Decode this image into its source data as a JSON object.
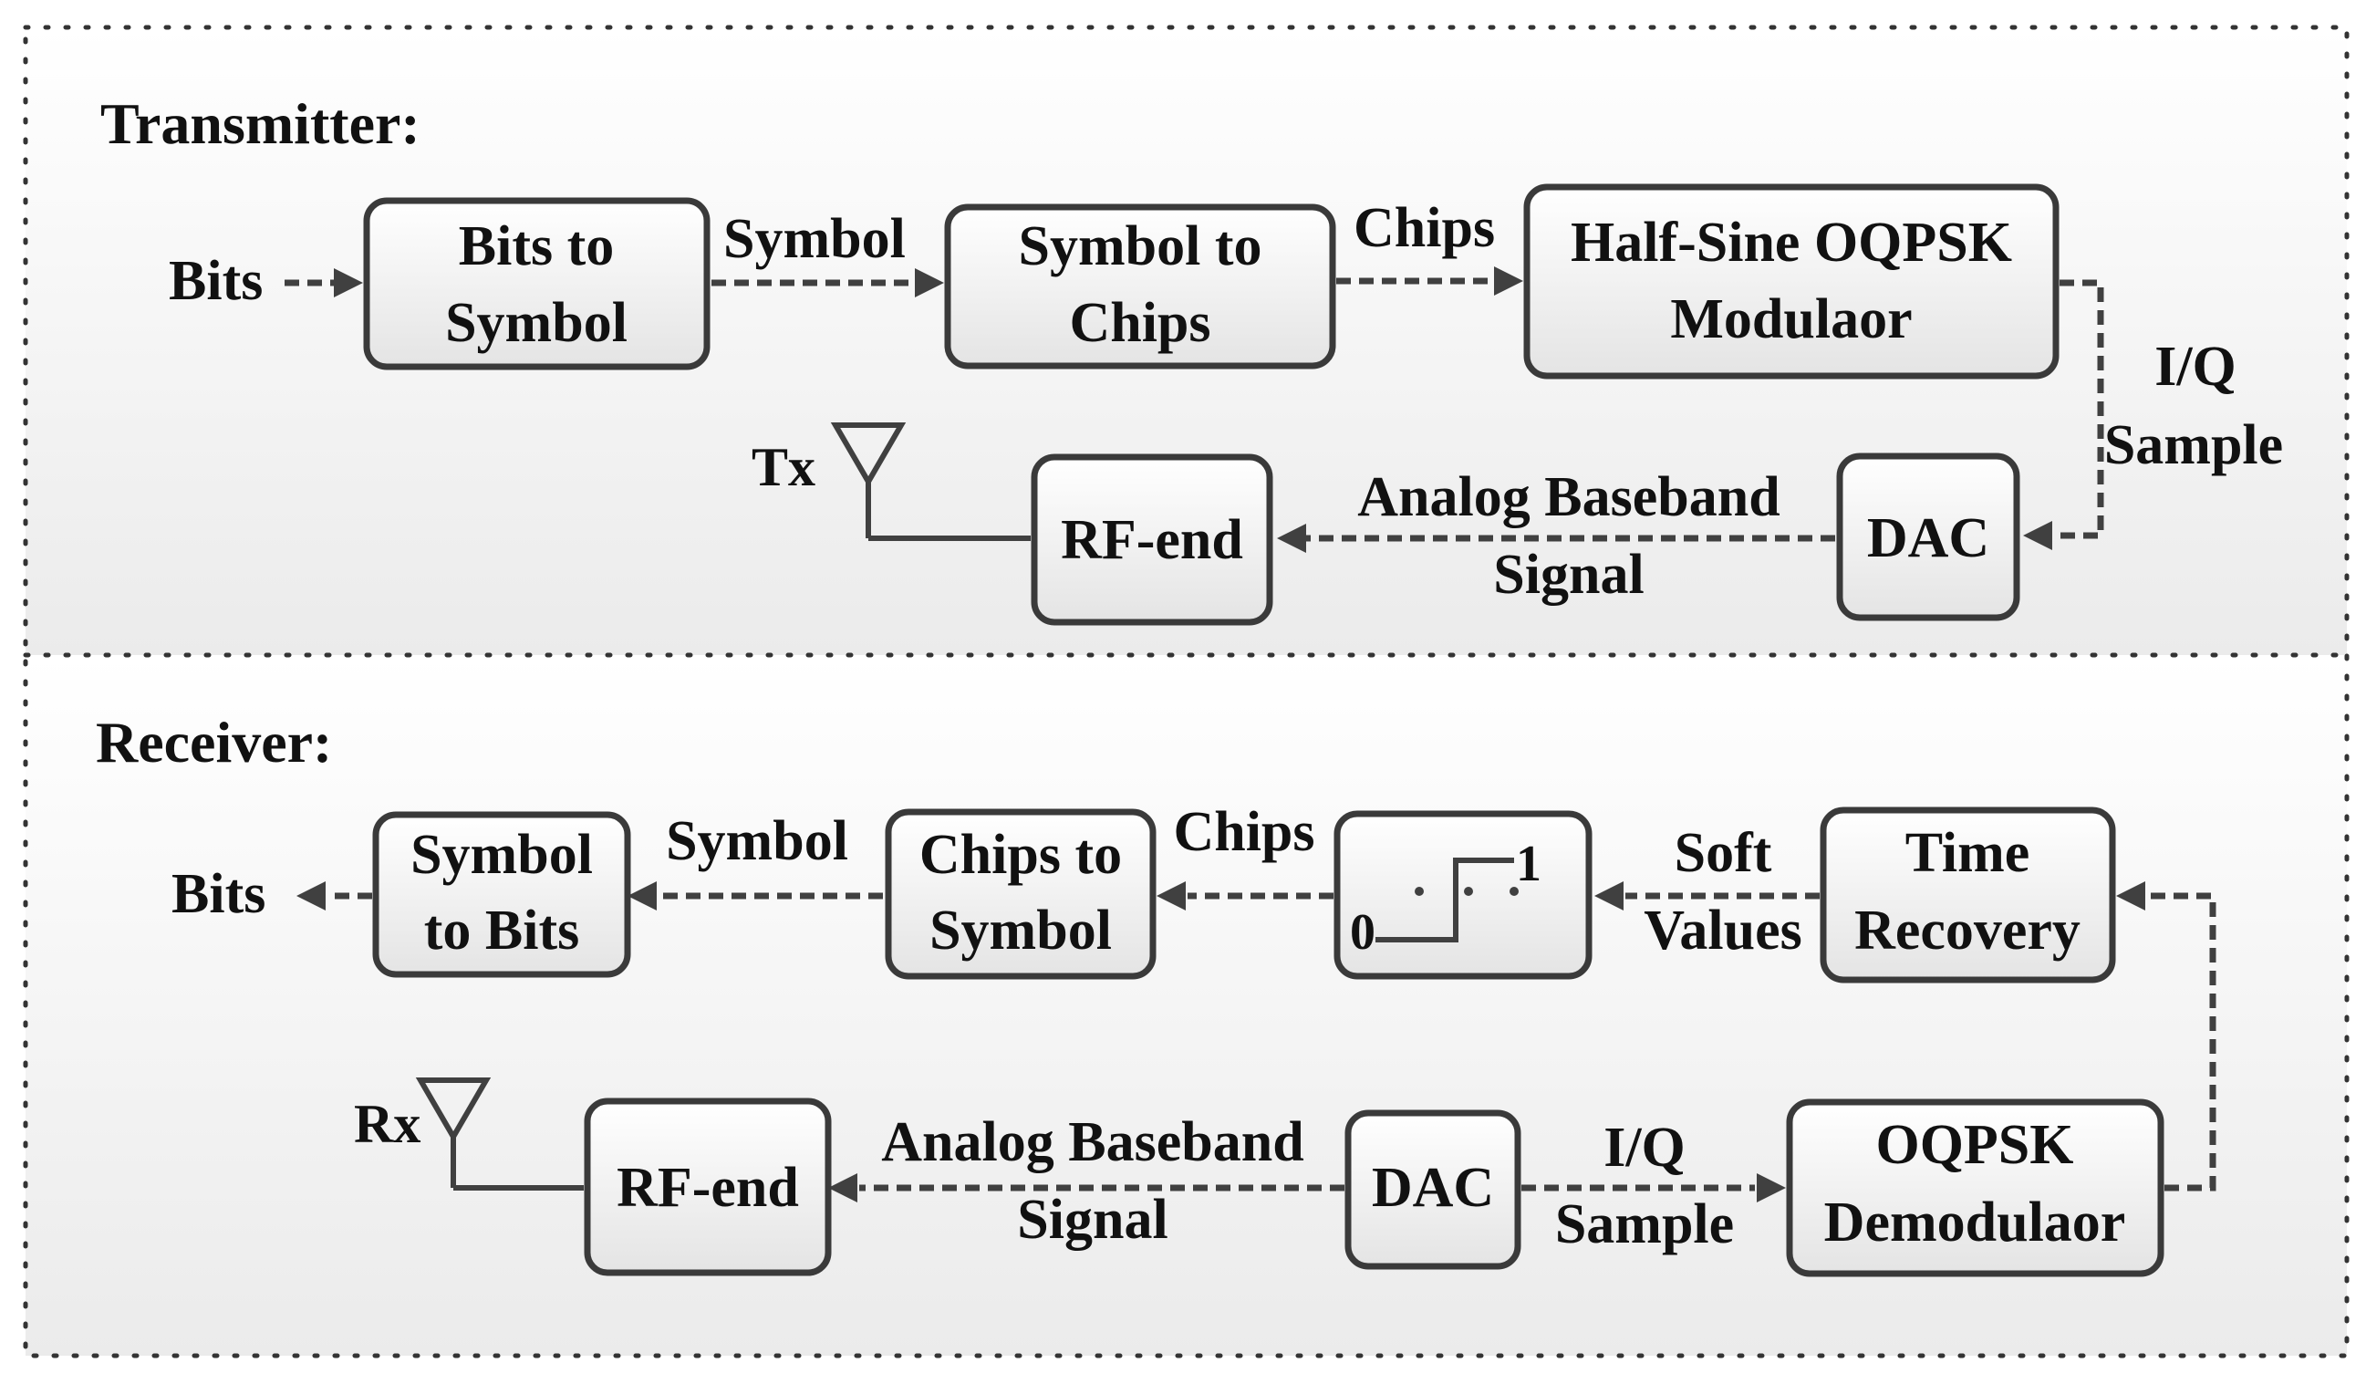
{
  "colors": {
    "line": "#404040",
    "box_stroke": "#3a3a3a",
    "box_fill_top": "#ffffff",
    "box_fill_bottom": "#e6e6e6",
    "panel_fill_top": "#ffffff",
    "panel_fill_bottom": "#ececec",
    "text": "#111111"
  },
  "transmitter": {
    "title": "Transmitter:",
    "input_label": "Bits",
    "antenna_label": "Tx",
    "blocks": {
      "bits_to_symbol": [
        "Bits to",
        "Symbol"
      ],
      "symbol_to_chips": [
        "Symbol to",
        "Chips"
      ],
      "modulator": [
        "Half-Sine OQPSK",
        "Modulaor"
      ],
      "dac": [
        "DAC"
      ],
      "rf_end": [
        "RF-end"
      ]
    },
    "edge_labels": {
      "symbol": [
        "Symbol"
      ],
      "chips": [
        "Chips"
      ],
      "iq_sample": [
        "I/Q",
        "Sample"
      ],
      "analog_baseband": [
        "Analog Baseband",
        "Signal"
      ]
    }
  },
  "receiver": {
    "title": "Receiver:",
    "output_label": "Bits",
    "antenna_label": "Rx",
    "blocks": {
      "symbol_to_bits": [
        "Symbol",
        "to Bits"
      ],
      "chips_to_symbol": [
        "Chips to",
        "Symbol"
      ],
      "slicer": {
        "low_label": "0",
        "high_label": "1",
        "icon": "threshold-step-icon"
      },
      "time_recovery": [
        "Time",
        "Recovery"
      ],
      "rf_end": [
        "RF-end"
      ],
      "dac": [
        "DAC"
      ],
      "demodulator": [
        "OQPSK",
        "Demodulaor"
      ]
    },
    "edge_labels": {
      "symbol": [
        "Symbol"
      ],
      "chips": [
        "Chips"
      ],
      "soft_values": [
        "Soft",
        "Values"
      ],
      "analog_baseband": [
        "Analog Baseband",
        "Signal"
      ],
      "iq_sample": [
        "I/Q",
        "Sample"
      ]
    }
  }
}
